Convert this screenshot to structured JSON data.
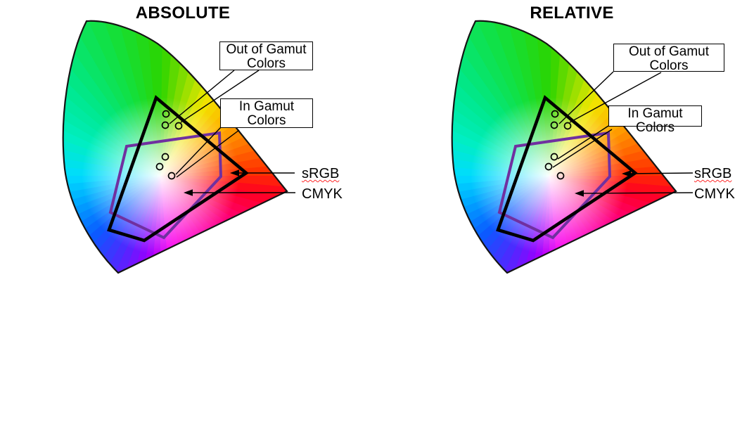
{
  "figure": {
    "description": "Comparison of absolute and relative colorimetric rendering intents on CIE chromaticity diagrams",
    "panel_count": 2
  },
  "panels": [
    {
      "title": "ABSOLUTE",
      "callouts": {
        "out_of_gamut": {
          "lines": [
            "Out of Gamut",
            "Colors"
          ]
        },
        "in_gamut": {
          "lines": [
            "In Gamut",
            "Colors"
          ]
        }
      },
      "gamut_labels": {
        "srgb": "sRGB",
        "cmyk": "CMYK"
      }
    },
    {
      "title": "RELATIVE",
      "callouts": {
        "out_of_gamut": {
          "lines": [
            "Out of Gamut",
            "Colors"
          ]
        },
        "in_gamut": {
          "lines": [
            "In Gamut",
            "Colors"
          ]
        }
      },
      "gamut_labels": {
        "srgb": "sRGB",
        "cmyk": "CMYK"
      }
    }
  ],
  "legend": {
    "srgb_outline_color": "#000000",
    "cmyk_outline_color": "#7030a0",
    "srgb_spellcheck_underline_color": "#ff2a2a"
  },
  "markers": {
    "out_of_gamut_count": 3,
    "in_gamut_count": 3,
    "marker_style": "open black circle"
  }
}
